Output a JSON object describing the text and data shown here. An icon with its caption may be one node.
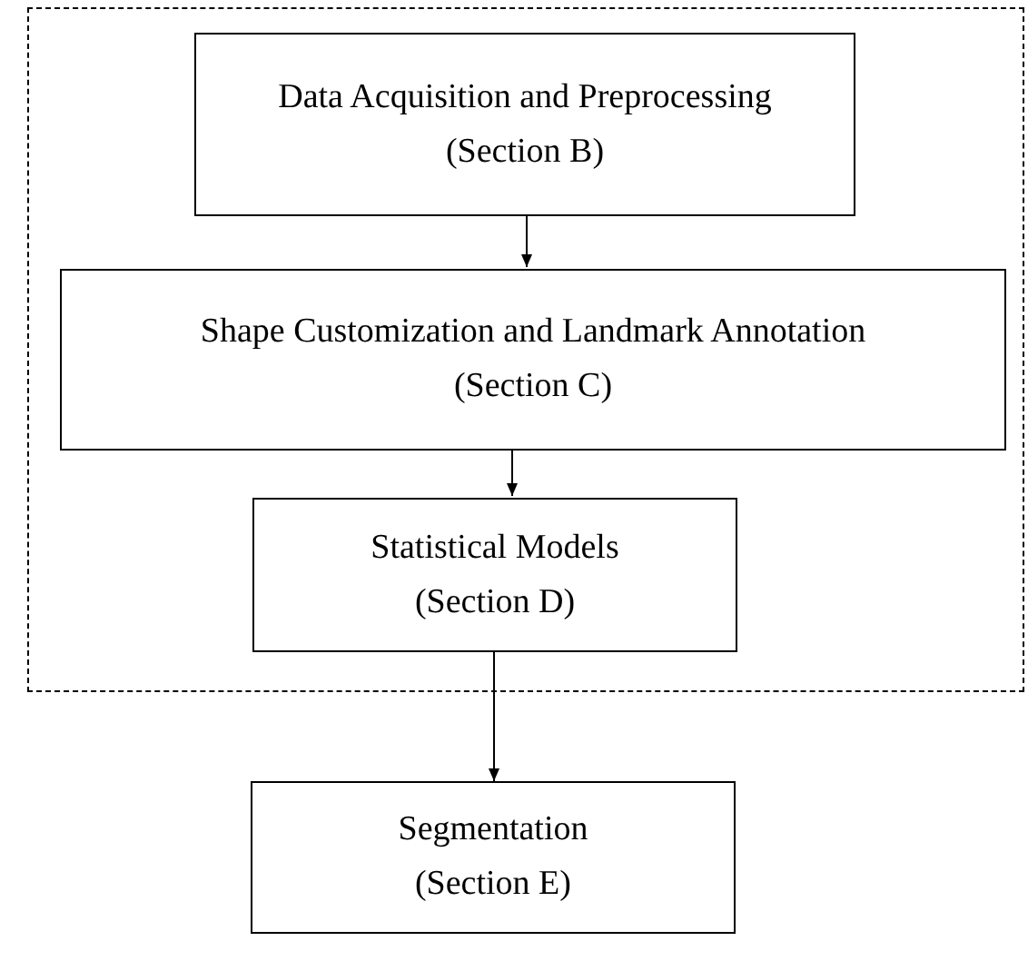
{
  "diagram": {
    "nodes": [
      {
        "text": [],
        "shape": "box"
      },
      {
        "text": [
          "Data Acquisition and Preprocessing",
          "(Section B)"
        ],
        "in": 0
      },
      {
        "text": [
          "Shape Customization and Landmark Annotation",
          "(Section C)"
        ],
        "in": 0
      },
      {
        "text": [
          "Statistical Models",
          "(Section D)"
        ],
        "in": 0
      },
      {
        "text": [
          "Segmentation",
          "(Section E)"
        ]
      }
    ],
    "edges": [
      {
        "from": 1,
        "to": 2,
        "arrow": "to"
      },
      {
        "from": 2,
        "to": 3,
        "arrow": "to"
      },
      {
        "from": 3,
        "to": 4,
        "arrow": "to"
      }
    ]
  }
}
